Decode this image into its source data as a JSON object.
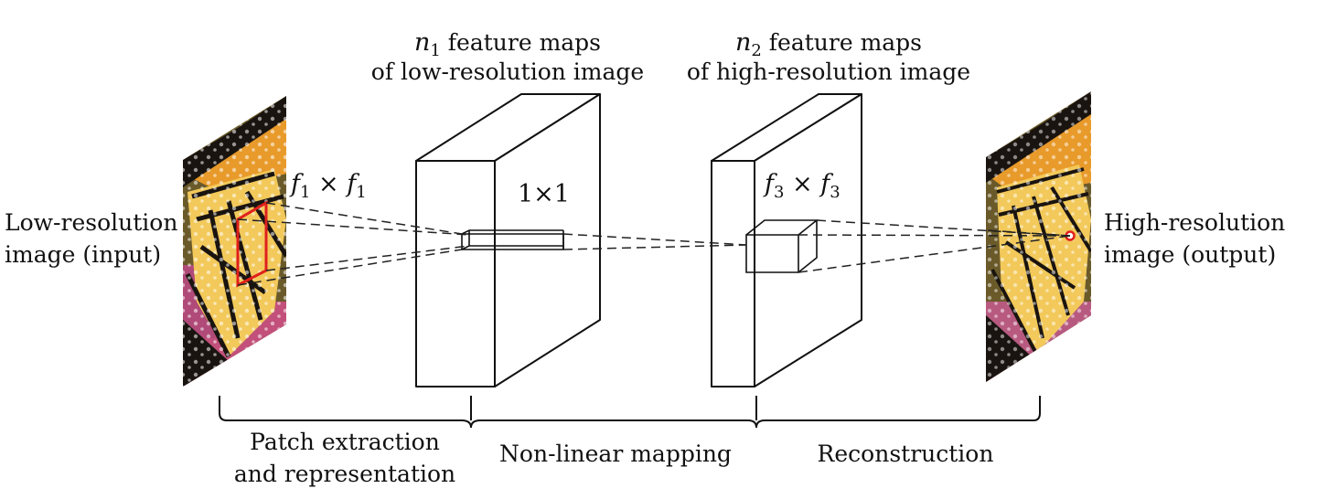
{
  "labels": {
    "input_line1": "Low-resolution",
    "input_line2": "image (input)",
    "output_line1": "High-resolution",
    "output_line2": "image (output)",
    "fm1_var": "n",
    "fm1_sub": "1",
    "fm1_line1_rest": " feature maps",
    "fm1_line2": "of low-resolution image",
    "fm2_var": "n",
    "fm2_sub": "2",
    "fm2_line1_rest": " feature maps",
    "fm2_line2": "of high-resolution image",
    "filter1_var": "f",
    "filter1_sub": "1",
    "filter1_times": " × ",
    "filter1_var2": "f",
    "filter1_sub2": "1",
    "filter2_text": "1×1",
    "filter3_var": "f",
    "filter3_sub": "3",
    "filter3_times": " × ",
    "filter3_var2": "f",
    "filter3_sub2": "3"
  },
  "stages": {
    "stage1_line1": "Patch extraction",
    "stage1_line2": "and representation",
    "stage2": "Non-linear mapping",
    "stage3": "Reconstruction"
  },
  "colors": {
    "patch_highlight": "#e0201c",
    "wing_orange": "#e89a2a",
    "wing_yellow": "#f2c95a",
    "vein_black": "#1a1410",
    "flower_pink": "#c2507a"
  }
}
